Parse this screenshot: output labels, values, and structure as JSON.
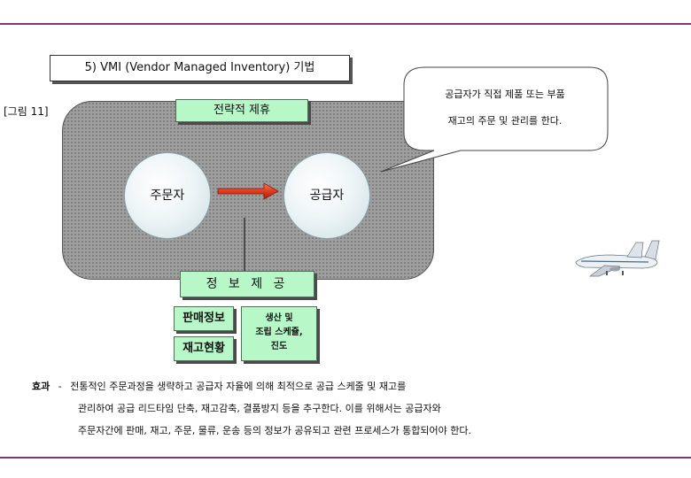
{
  "title": "5) VMI (Vendor Managed Inventory) 기법",
  "figure_label": "[그림 11]",
  "strategic_partnership": "전략적 제휴",
  "orderer": "주문자",
  "supplier": "공급자",
  "callout": {
    "line1": "공급자가 직접 제품 또는 부품",
    "line2": "재고의  주문 및 관리를 한다."
  },
  "info_provision": "정 보 제 공",
  "sales_info": "판매정보",
  "inventory_status": "재고현황",
  "schedule": {
    "line1": "생산 및",
    "line2": "조립 스케쥴,",
    "line3": "진도"
  },
  "effect": {
    "label": "효과",
    "dash": "-",
    "line1": "전통적인 주문과정을 생략하고 공급자 자율에 의해 최적으로 공급 스케줄 및 재고를",
    "line2": "관리하여 공급 리드타임 단축, 재고감축, 결품방지 등을 추구한다.  이를 위해서는 공급자와",
    "line3": "주문자간에 판매, 재고, 주문, 물류, 운송 등의 정보가 공유되고 관련 프로세스가 통합되어야 한다."
  },
  "colors": {
    "rule": "#7a3a78",
    "green_label": "#b7f7c8",
    "panel": "#9e9e9e",
    "arrow": "#e03a1e"
  },
  "icons": {
    "airplane": "airplane-icon"
  }
}
